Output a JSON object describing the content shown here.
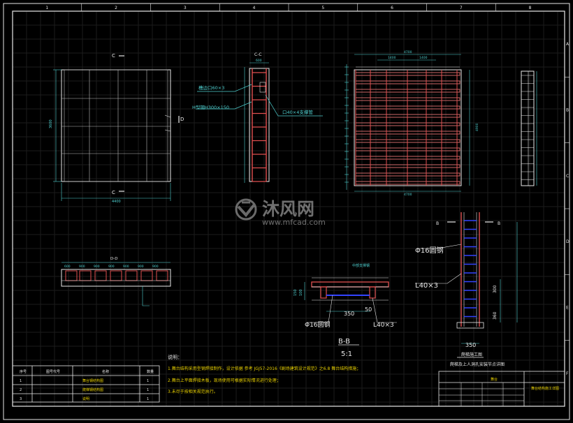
{
  "colors": {
    "background": "#000000",
    "frame": "#e8e8e8",
    "grid": "#1c1c1c",
    "dim": "#4fd0d0",
    "member": "#e05050",
    "plate": "#ff8080",
    "rebar": "#3344ff",
    "leader": "#e8e8e8",
    "yellow": "#e8d000",
    "green": "#40e040"
  },
  "ruler_top": [
    "1",
    "2",
    "3",
    "4",
    "5",
    "6",
    "7",
    "8"
  ],
  "ruler_right": [
    "A",
    "B",
    "C",
    "D",
    "E",
    "F"
  ],
  "watermark": {
    "logo_alt": "沐风网 logo",
    "cn": "沐风网",
    "url": "www.mfcad.com"
  },
  "views": {
    "front": {
      "section_mark_top": "C",
      "section_mark_bottom": "C",
      "side_mark": "D",
      "dim_width": "4400",
      "dim_height": "3600"
    },
    "cc": {
      "title": "C-C",
      "dim_top": "600",
      "label_channel": "槽边口60×3",
      "label_hbeam": "H型钢H300×150",
      "label_tube": "口40×4支撑管"
    },
    "elevation": {
      "dim_top": "4700",
      "dim_sub_left": "1400",
      "dim_sub_right": "1400",
      "dim_bottom": "4700",
      "dim_right": "4900"
    },
    "dd": {
      "title": "D-D",
      "dims": [
        "600",
        "900",
        "900",
        "900",
        "900",
        "900",
        "900"
      ]
    },
    "bb": {
      "title_top": "B-B",
      "label_top": "中部支撑钢",
      "dim_left_1": "150",
      "dim_left_2": "100",
      "dim_350": "350",
      "dim_50": "50",
      "label_rebar": "Φ16圆钢",
      "label_angle": "L40×3",
      "title": "B-B",
      "scale": "5:1"
    },
    "ladder": {
      "mark_left": "B",
      "mark_right": "B",
      "label_rebar": "Φ16圆钢",
      "label_angle": "L40×3",
      "dim_300": "300",
      "dim_360": "360",
      "dim_350": "350",
      "caption_1": "爬梯施工图",
      "caption_2": "爬梯及上人洞孔安装节点详图"
    }
  },
  "notes": {
    "heading": "说明：",
    "items": [
      "1.舞台结构采用型钢焊接制作，设计依据 参考 JGJ57-2016《剧场建筑设计规范》之6.8 舞台结构措施；",
      "2.舞台上平面焊接木板，现场使用可根据实际情况进行处理；",
      "3.未尽于按相关规范执行。"
    ]
  },
  "parts_table": {
    "headers": [
      "序号",
      "图号代号",
      "名称",
      "数量"
    ],
    "rows": [
      [
        "1",
        "",
        "舞台钢结构图",
        "1"
      ],
      [
        "2",
        "",
        "爬梯钢结构图",
        "1"
      ],
      [
        "3",
        "",
        "说明",
        "1"
      ]
    ]
  },
  "title_block": {
    "label_stage": "舞台",
    "drawing_title": "舞台结构施工详图",
    "cells": [
      "",
      "",
      "",
      "",
      "",
      "",
      "",
      ""
    ]
  }
}
